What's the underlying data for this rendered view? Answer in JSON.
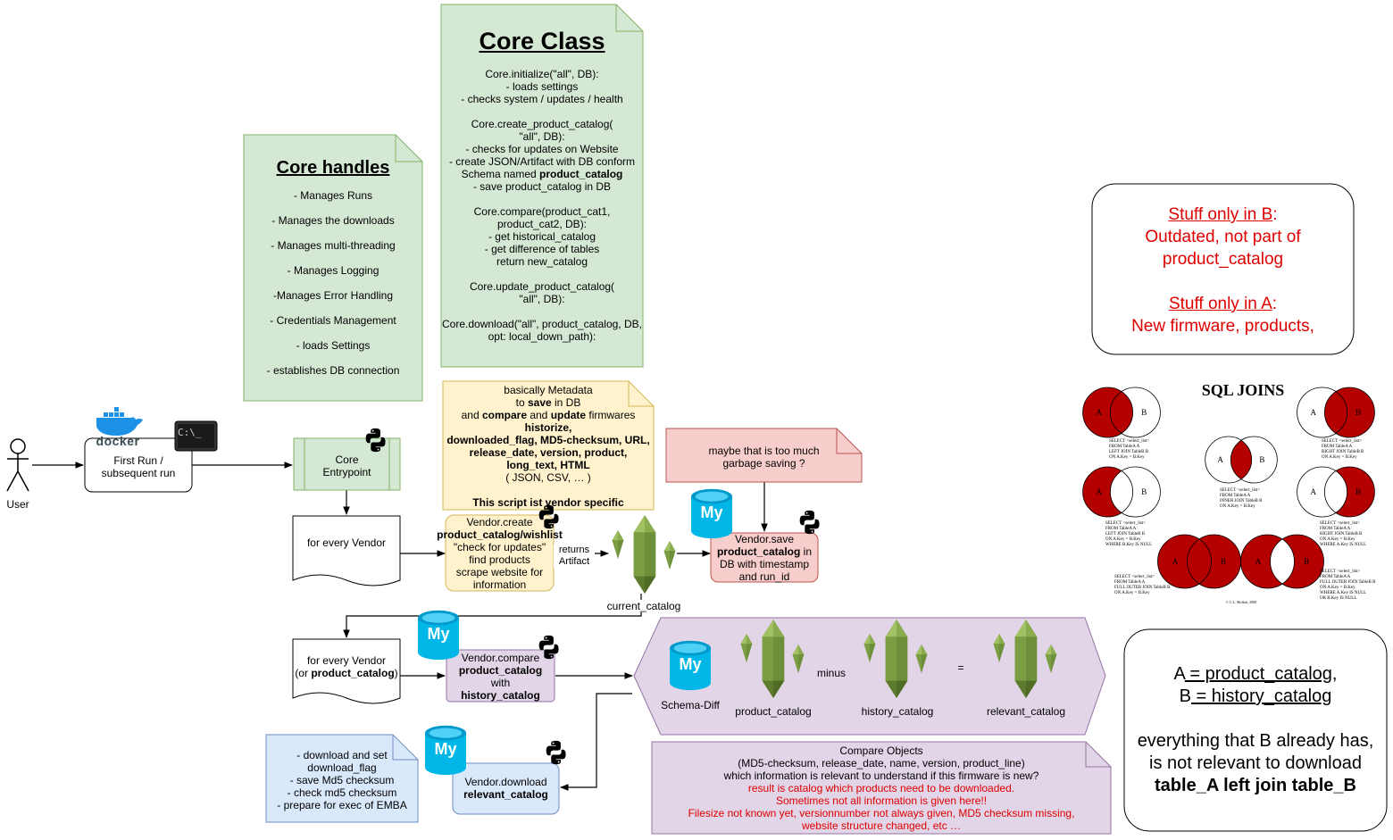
{
  "user": {
    "label": "User"
  },
  "docker": {
    "word": "docker",
    "terminal_prompt": "C:\\_"
  },
  "first_run": {
    "line1": "First Run /",
    "line2": "subsequent run"
  },
  "core_entrypoint": {
    "line1": "Core",
    "line2": "Entrypoint"
  },
  "core_handles": {
    "title": "Core handles",
    "items": [
      "- Manages Runs",
      "- Manages the downloads",
      "- Manages multi-threading",
      "- Manages Logging",
      "-Manages Error Handling",
      "- Credentials Management",
      "- loads Settings",
      "- establishes DB connection"
    ]
  },
  "core_class": {
    "title": "Core Class",
    "lines": [
      "Core.initialize(\"all\", DB):",
      "- loads settings",
      "- checks system / updates / health",
      "",
      "Core.create_product_catalog(",
      "\"all\", DB):",
      "- checks for updates on Website",
      "- create JSON/Artifact with DB conform",
      "Schema named |product_catalog",
      "- save product_catalog in DB",
      "",
      "Core.compare(product_cat1,",
      "product_cat2, DB):",
      "- get historical_catalog",
      "- get difference of tables",
      "return new_catalog",
      "",
      "Core.update_product_catalog(",
      "\"all\", DB):",
      "",
      "Core.download(\"all\", product_catalog, DB,",
      "opt: local_down_path):"
    ]
  },
  "metadata_note": {
    "l1": "basically Metadata",
    "l2a": "to ",
    "l2b": "save",
    "l2c": " in DB",
    "l3a": "and ",
    "l3b": "compare",
    "l3c": " and ",
    "l3d": "update",
    "l3e": " firmwares",
    "l4": "historize,",
    "l5": "downloaded_flag, MD5-checksum, URL,",
    "l6": "release_date, version, product,",
    "l7": "long_text, HTML",
    "l8": "( JSON, CSV, … )",
    "l9": "This script ist vendor specific"
  },
  "for_every_vendor_1": {
    "label": "for every Vendor"
  },
  "vendor_create": {
    "l1": "Vendor.create",
    "l2": "product_catalog/wishlist",
    "l3": "\"check for updates\"",
    "l4": "find products",
    "l5": "scrape website for",
    "l6": "information"
  },
  "returns_artifact": {
    "l1": "returns",
    "l2": "Artifact"
  },
  "current_catalog": {
    "label": "current_catalog"
  },
  "garbage_note": {
    "l1": "maybe that is too much",
    "l2": "garbage saving ?"
  },
  "vendor_save": {
    "l1": "Vendor.save",
    "l2": "product_catalog",
    "l2b": " in",
    "l3": "DB with timestamp",
    "l4": "and run_id"
  },
  "for_every_vendor_2": {
    "l1": "for every Vendor",
    "l2a": "(or ",
    "l2b": "product_catalog",
    "l2c": ")"
  },
  "vendor_compare": {
    "l1": "Vendor.compare",
    "l2": "product_catalog",
    "l3": "with",
    "l4": "history_catalog"
  },
  "schema_diff": {
    "label": "Schema-Diff",
    "minus": "minus",
    "equals": "=",
    "a": "product_catalog",
    "b": "history_catalog",
    "c": "relevant_catalog"
  },
  "download_note": {
    "l1": "- download and set",
    "l2": "download_flag",
    "l3": "- save Md5 checksum",
    "l4": "- check md5 checksum",
    "l5": "- prepare for exec of EMBA"
  },
  "vendor_download": {
    "l1": "Vendor.download",
    "l2": "relevant_catalog"
  },
  "compare_note": {
    "l1": "Compare Objects",
    "l2": "(MD5-checksum, release_date, name, version, product_line)",
    "l3": "which information is relevant to understand if this firmware is new?",
    "r1": "result is catalog which products need to be downloaded.",
    "r2": "Sometimes not all information is given here!!",
    "r3": "Filesize not known yet, versionnumber not always given, MD5 checksum missing,",
    "r4": "website structure changed, etc …"
  },
  "stuff_box": {
    "b_title": "Stuff only in B",
    "b_colon": ":",
    "b_l1": "Outdated, not part of",
    "b_l2": "product_catalog",
    "a_title": "Stuff only in A",
    "a_colon": ":",
    "a_l1": "New firmware, products,"
  },
  "sql_joins": {
    "title": "SQL JOINS",
    "letter_a": "A",
    "letter_b": "B",
    "q_left": [
      "SELECT <select_list>",
      "FROM TableA A",
      "LEFT JOIN TableB B",
      "ON A.Key = B.Key"
    ],
    "q_right": [
      "SELECT <select_list>",
      "FROM TableA A",
      "RIGHT JOIN TableB B",
      "ON A.Key = B.Key"
    ],
    "q_inner": [
      "SELECT <select_list>",
      "FROM TableA A",
      "INNER JOIN TableB B",
      "ON A.Key = B.Key"
    ],
    "q_left_excl": [
      "SELECT <select_list>",
      "FROM TableA A",
      "LEFT JOIN TableB B",
      "ON A.Key = B.Key",
      "WHERE B.Key IS NULL"
    ],
    "q_right_excl": [
      "SELECT <select_list>",
      "FROM TableA A",
      "RIGHT JOIN TableB B",
      "ON A.Key = B.Key",
      "WHERE A.Key IS NULL"
    ],
    "q_full": [
      "SELECT <select_list>",
      "FROM TableA A",
      "FULL OUTER JOIN TableB B",
      "ON A.Key = B.Key"
    ],
    "q_full_excl": [
      "SELECT <select_list>",
      "FROM TableA A",
      "FULL OUTER JOIN TableB B",
      "ON A.Key = B.Key",
      "WHERE A.Key IS NULL",
      "OR B.Key IS NULL"
    ],
    "credit": "© C.L. Moffatt, 2008"
  },
  "ab_box": {
    "l1a": "A",
    "l1b": " = product_catalog,",
    "l2a": "B",
    "l2b": " = history_catalog",
    "l3": "everything that B already has,",
    "l4": "is not relevant to download",
    "l5": "table_A left join table_B"
  },
  "mysql_logo": {
    "text": "My"
  },
  "colors": {
    "green_fill": "#d5e8d4",
    "green_stroke": "#82b366",
    "yellow_fill": "#fff2cc",
    "yellow_stroke": "#d6b656",
    "red_fill": "#f8cecc",
    "red_stroke": "#b85450",
    "purple_fill": "#e1d5e7",
    "purple_stroke": "#9673a6",
    "blue_fill": "#dae8fc",
    "blue_stroke": "#6c8ebf",
    "join_red": "#b50000",
    "mysql_cyan": "#00b7e8"
  }
}
